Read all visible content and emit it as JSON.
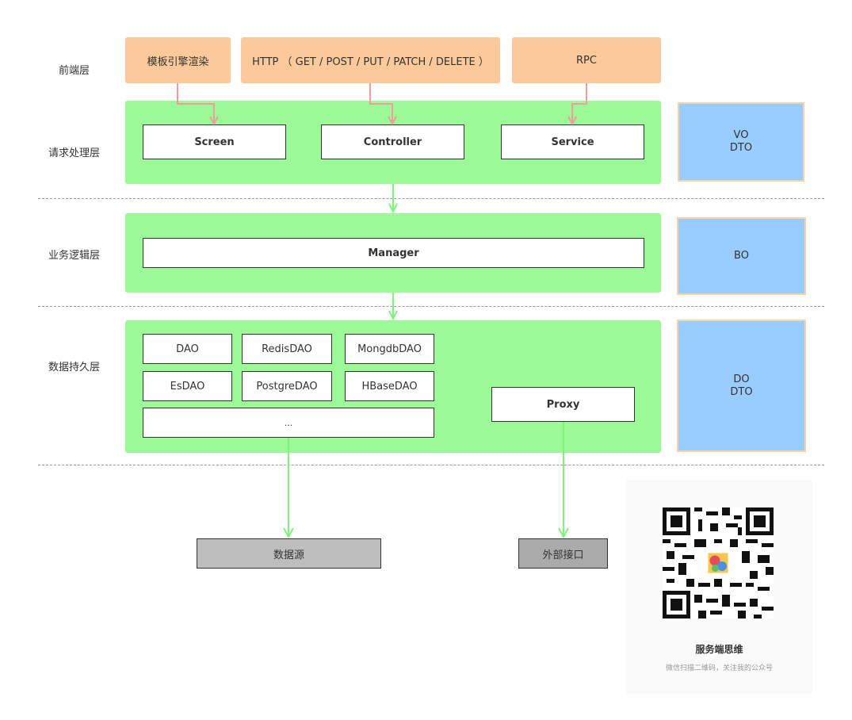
{
  "layers": {
    "frontend": "前端层",
    "request": "请求处理层",
    "business": "业务逻辑层",
    "persistence": "数据持久层"
  },
  "frontend_boxes": {
    "template": "模板引擎渲染",
    "http": "HTTP （ GET / POST / PUT / PATCH / DELETE ）",
    "rpc": "RPC"
  },
  "request_boxes": {
    "screen": "Screen",
    "controller": "Controller",
    "service": "Service"
  },
  "business_boxes": {
    "manager": "Manager"
  },
  "dao_boxes": {
    "dao": "DAO",
    "redis": "RedisDAO",
    "mongo": "MongdbDAO",
    "es": "EsDAO",
    "postgre": "PostgreDAO",
    "hbase": "HBaseDAO",
    "more": "...",
    "proxy": "Proxy"
  },
  "side_boxes": {
    "vo_line1": "VO",
    "vo_line2": "DTO",
    "bo": "BO",
    "do_line1": "DO",
    "do_line2": "DTO"
  },
  "targets": {
    "datasource": "数据源",
    "external": "外部接口"
  },
  "qr": {
    "title": "服务端思维",
    "subtitle": "微信扫描二维码，关注我的公众号"
  },
  "colors": {
    "frontend": "#fcc99a",
    "panel": "#9bf997",
    "side": "#99ccff",
    "arrow_red": "#f29c9c",
    "arrow_green": "#7ef27a"
  }
}
